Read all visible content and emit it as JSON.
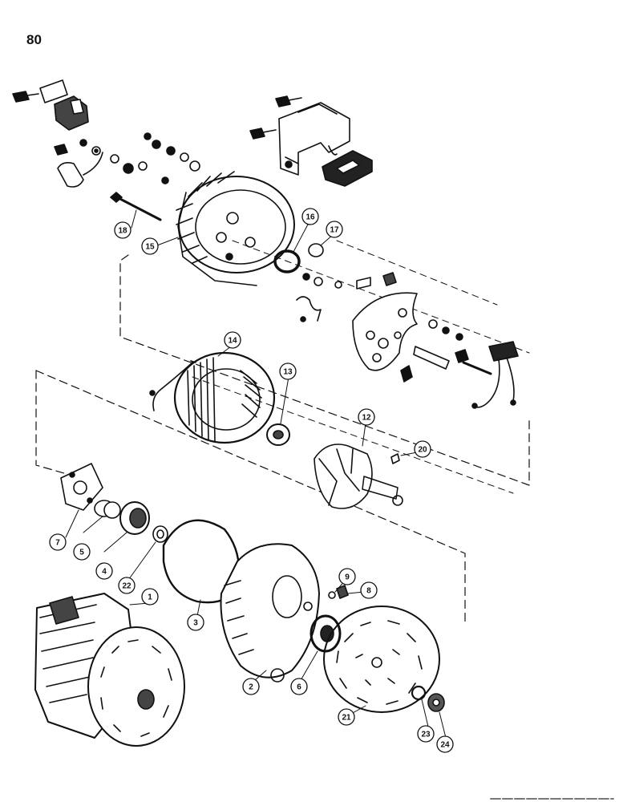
{
  "page": {
    "number": "80"
  },
  "colors": {
    "ink": "#111111",
    "paper": "#ffffff",
    "shade": "#555555"
  },
  "callouts": [
    {
      "id": "c1",
      "label": "1"
    },
    {
      "id": "c2",
      "label": "2"
    },
    {
      "id": "c3",
      "label": "3"
    },
    {
      "id": "c4",
      "label": "4"
    },
    {
      "id": "c5",
      "label": "5"
    },
    {
      "id": "c6",
      "label": "6"
    },
    {
      "id": "c7",
      "label": "7"
    },
    {
      "id": "c8",
      "label": "8"
    },
    {
      "id": "c9",
      "label": "9"
    },
    {
      "id": "c12",
      "label": "12"
    },
    {
      "id": "c13",
      "label": "13"
    },
    {
      "id": "c14",
      "label": "14"
    },
    {
      "id": "c15",
      "label": "15"
    },
    {
      "id": "c16",
      "label": "16"
    },
    {
      "id": "c17",
      "label": "17"
    },
    {
      "id": "c18",
      "label": "18"
    },
    {
      "id": "c20",
      "label": "20"
    },
    {
      "id": "c21",
      "label": "21"
    },
    {
      "id": "c22",
      "label": "22"
    },
    {
      "id": "c23",
      "label": "23"
    },
    {
      "id": "c24",
      "label": "24"
    }
  ]
}
